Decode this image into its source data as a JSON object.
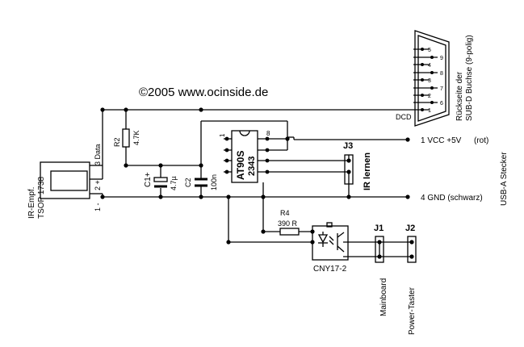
{
  "header": {
    "copyright": "©2005 www.ocinside.de"
  },
  "connector_dsub": {
    "caption_line1": "Rückseite der",
    "caption_line2": "SUB-D Buchse (9-polig)",
    "pins": [
      "5",
      "9",
      "4",
      "8",
      "3",
      "7",
      "2",
      "6",
      "1"
    ],
    "dcd_label": "DCD"
  },
  "usb": {
    "caption": "USB-A Stecker",
    "vcc": "1 VCC +5V",
    "vcc_color": "(rot)",
    "gnd": "4 GND (schwarz)"
  },
  "ir_receiver": {
    "line1": "IR-Empf.",
    "line2": "TSOP 1738",
    "pin3": "3 Data",
    "pin2": "2 +",
    "pin1": "1 -"
  },
  "components": {
    "r2_name": "R2",
    "r2_value": "4.7K",
    "c1_name": "C1+",
    "c1_value": "4.7µ",
    "c2_name": "C2",
    "c2_value": "100n",
    "mcu_line1": "AT90S",
    "mcu_line2": "2343",
    "mcu_pin1": "1",
    "mcu_pin8": "8",
    "r4_name": "R4",
    "r4_value": "390 R",
    "opto": "CNY17-2"
  },
  "jumpers": {
    "j3": "J3",
    "j3_desc": "IR lernen",
    "j1": "J1",
    "j1_desc": "Mainboard",
    "j2": "J2",
    "j2_desc": "Power-Taster"
  }
}
